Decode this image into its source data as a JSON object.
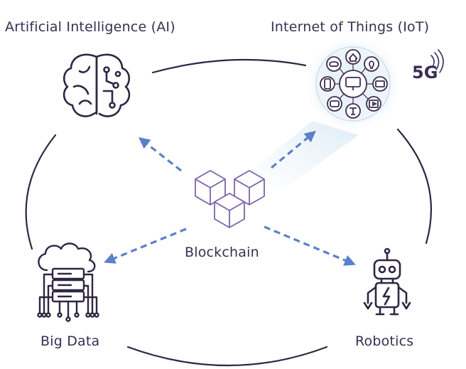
{
  "nodes": {
    "ai": {
      "label": "Artificial Intelligence (AI)",
      "icon": "brain-icon"
    },
    "iot": {
      "label": "Internet of Things (IoT)",
      "icon": "iot-network-icon",
      "badge": "5G"
    },
    "blockchain": {
      "label": "Blockchain",
      "icon": "blockchain-cubes-icon"
    },
    "big_data": {
      "label": "Big Data",
      "icon": "server-cloud-icon"
    },
    "robotics": {
      "label": "Robotics",
      "icon": "robot-icon"
    }
  },
  "colors": {
    "ink": "#2f2642",
    "arrow": "#5b80c9",
    "cube": "#7a64a8",
    "iot_glow": "#e7f1f8"
  }
}
